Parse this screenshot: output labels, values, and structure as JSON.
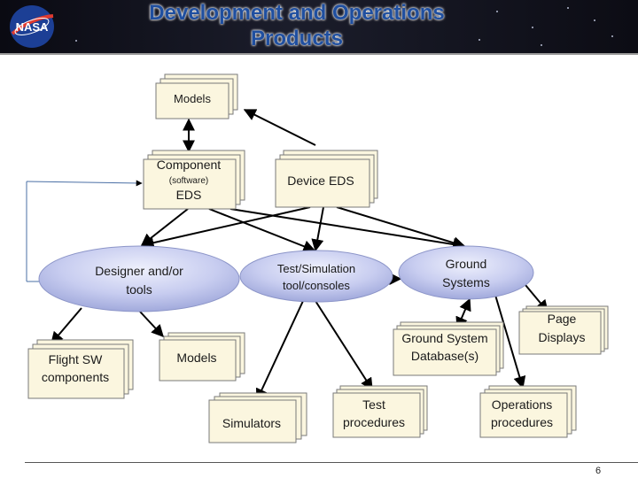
{
  "slide": {
    "title_line1": "Development and Operations",
    "title_line2": "Products",
    "logo_text": "NASA",
    "page_number": "6"
  },
  "diagram": {
    "documents": {
      "models_top": "Models",
      "component_eds_line1": "Component",
      "component_eds_line2": "(software)",
      "component_eds_line3": "EDS",
      "device_eds": "Device EDS",
      "page_displays_line1": "Page",
      "page_displays_line2": "Displays",
      "ground_db_line1": "Ground System",
      "ground_db_line2": "Database(s)",
      "flight_sw_line1": "Flight SW",
      "flight_sw_line2": "components",
      "models_bottom": "Models",
      "simulators": "Simulators",
      "test_procedures_line1": "Test",
      "test_procedures_line2": "procedures",
      "ops_procedures_line1": "Operations",
      "ops_procedures_line2": "procedures"
    },
    "tools": {
      "designer_line1": "Designer and/or",
      "designer_line2": "tools",
      "test_sim_line1": "Test/Simulation",
      "test_sim_line2": "tool/consoles",
      "ground_line1": "Ground",
      "ground_line2": "Systems"
    },
    "colors": {
      "document_fill": "#fbf6df",
      "tool_fill": "#c9cff0",
      "title": "#1f4fa0"
    }
  }
}
